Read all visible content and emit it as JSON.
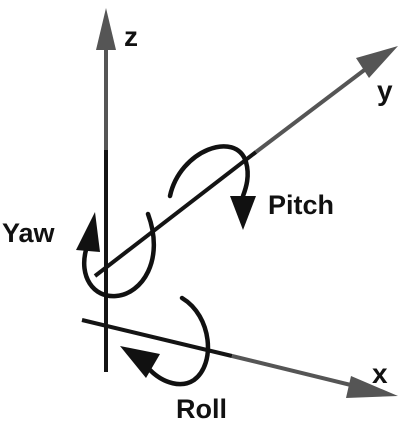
{
  "axes": {
    "z": {
      "label": "z"
    },
    "y": {
      "label": "y"
    },
    "x": {
      "label": "x"
    }
  },
  "rotations": {
    "yaw": {
      "label": "Yaw"
    },
    "pitch": {
      "label": "Pitch"
    },
    "roll": {
      "label": "Roll"
    }
  },
  "colors": {
    "axis_dark": "#141414",
    "axis_gray": "#555555",
    "arrow": "#111111",
    "background": "#ffffff"
  }
}
